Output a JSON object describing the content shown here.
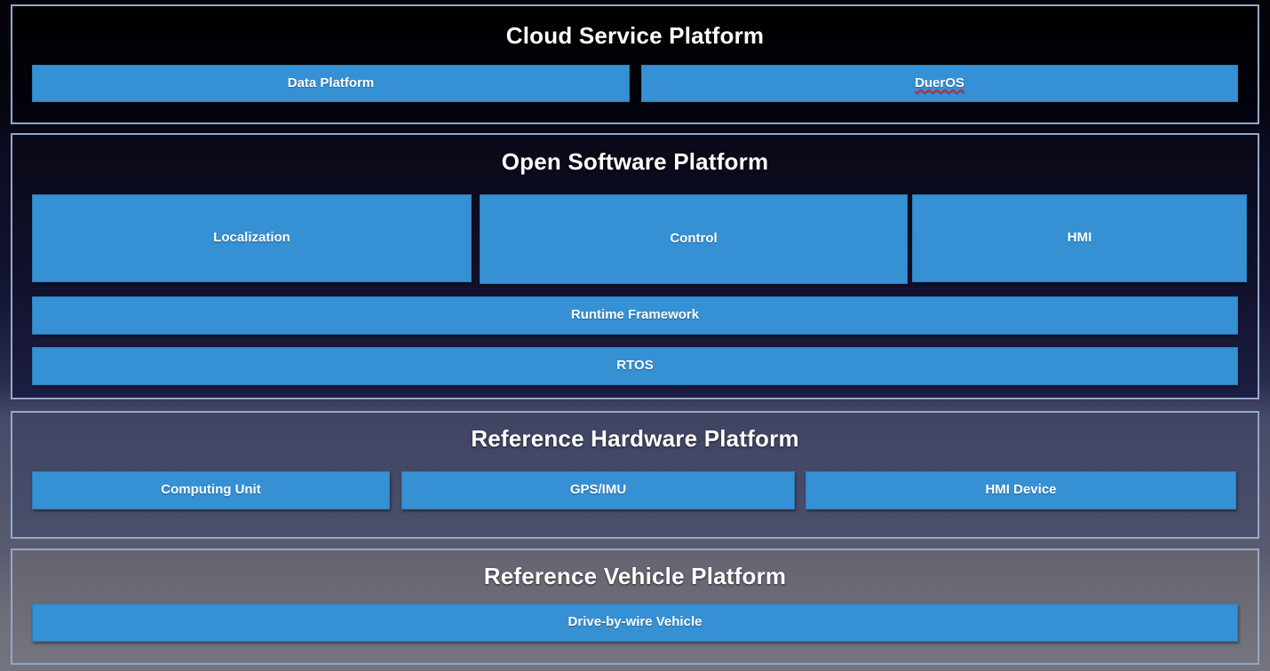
{
  "theme": {
    "box_blue": "#3590d4",
    "border_blue_gray": "#93a8c8",
    "text_white": "#ffffff",
    "spellcheck_red": "#e01b1b"
  },
  "tiers": [
    {
      "id": "cloud-service-platform",
      "title": "Cloud Service Platform",
      "boxes": [
        {
          "label": "Data Platform",
          "misspelled": false
        },
        {
          "label": "DuerOS",
          "misspelled": true
        }
      ]
    },
    {
      "id": "open-software-platform",
      "title": "Open Software Platform",
      "apps": [
        {
          "label": "Localization"
        },
        {
          "label": "Control"
        },
        {
          "label": "HMI"
        }
      ],
      "stack": [
        {
          "label": "Runtime Framework"
        },
        {
          "label": "RTOS"
        }
      ]
    },
    {
      "id": "reference-hardware-platform",
      "title": "Reference Hardware Platform",
      "boxes": [
        {
          "label": "Computing Unit"
        },
        {
          "label": "GPS/IMU"
        },
        {
          "label": "HMI Device"
        }
      ]
    },
    {
      "id": "reference-vehicle-platform",
      "title": "Reference Vehicle Platform",
      "boxes": [
        {
          "label": "Drive-by-wire Vehicle"
        }
      ]
    }
  ]
}
